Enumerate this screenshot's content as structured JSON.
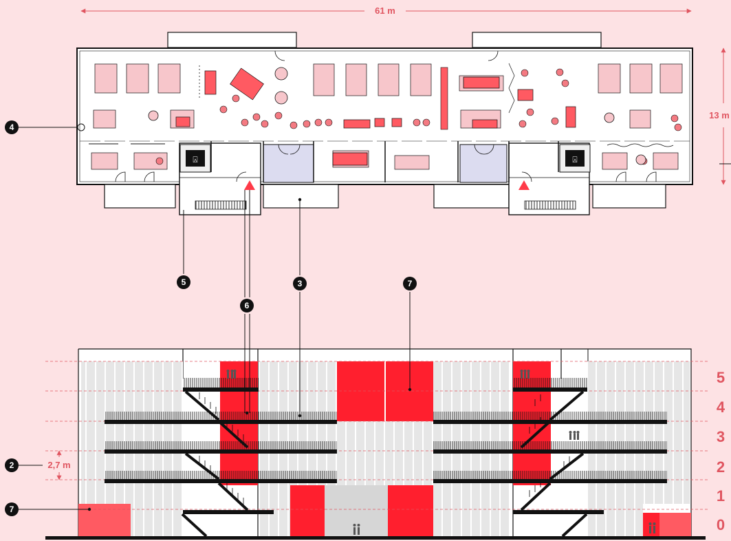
{
  "colors": {
    "background": "#fde2e4",
    "accent_red": "#ff1f2e",
    "accent_red_light": "#ff5a62",
    "furniture_pink": "#f7c6cb",
    "glass_blue": "#dcdcf0",
    "floor_grey": "#dcdcdc",
    "ink": "#111111",
    "dimension_red": "#e05560"
  },
  "plan": {
    "width_label": "61 m",
    "depth_label": "13 m",
    "elevator_symbol": "elevator-icon",
    "exit_arrow_symbol": "red-triangle-arrow"
  },
  "section": {
    "floor_height_label": "2,7 m",
    "floors": [
      "5",
      "4",
      "3",
      "2",
      "1",
      "0"
    ]
  },
  "markers": [
    {
      "id": "4",
      "label": "4"
    },
    {
      "id": "5",
      "label": "5"
    },
    {
      "id": "3",
      "label": "3"
    },
    {
      "id": "6",
      "label": "6"
    },
    {
      "id": "7a",
      "label": "7"
    },
    {
      "id": "2",
      "label": "2"
    },
    {
      "id": "7b",
      "label": "7"
    }
  ]
}
